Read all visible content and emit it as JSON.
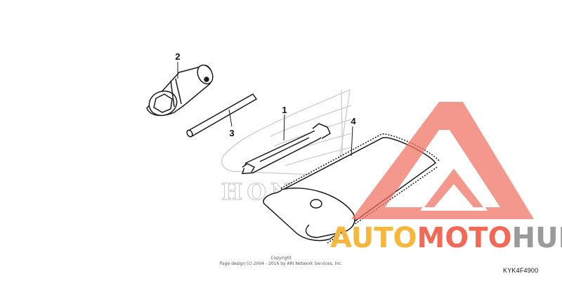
{
  "callouts": {
    "wrench": "1",
    "plug_wrench": "2",
    "handle_bar": "3",
    "tool_bag": "4"
  },
  "background_brand": "HONDA",
  "watermark": {
    "word1": "AUTO",
    "word2": "MOTO",
    "word3": "HUB",
    "color_orange": "#f6b73c",
    "color_red": "#f26a55",
    "color_gray": "#9a9a9a",
    "color_triangle": "#f07062"
  },
  "copyright": {
    "line1": "Copyright",
    "line2": "Page design (c) 2004 - 2016 by ARI Network Services, Inc."
  },
  "part_code": "KYK4F4900",
  "colors": {
    "line": "#1a1a1a",
    "ghost": "#d4d4d4"
  }
}
